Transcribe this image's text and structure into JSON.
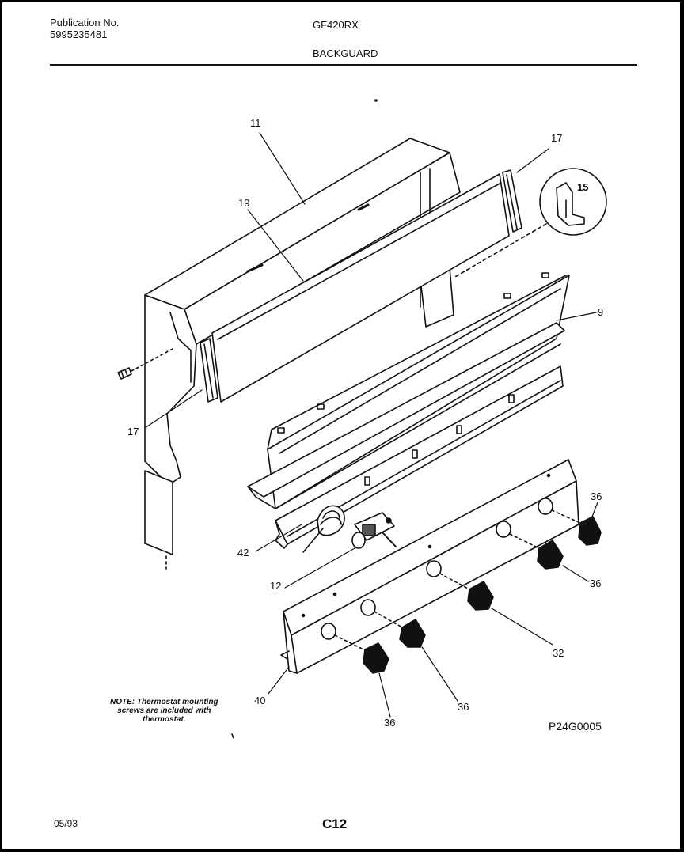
{
  "header": {
    "publication_label": "Publication No.",
    "publication_number": "5995235481",
    "model": "GF420RX",
    "section": "BACKGUARD"
  },
  "diagram": {
    "callouts": [
      "11",
      "17",
      "15",
      "19",
      "9",
      "17",
      "36",
      "42",
      "36",
      "12",
      "32",
      "40",
      "36",
      "36"
    ],
    "note": "NOTE: Thermostat mounting\nscrews are included with\nthermostat.",
    "figure_code": "P24G0005"
  },
  "footer": {
    "date": "05/93",
    "page": "C12"
  }
}
